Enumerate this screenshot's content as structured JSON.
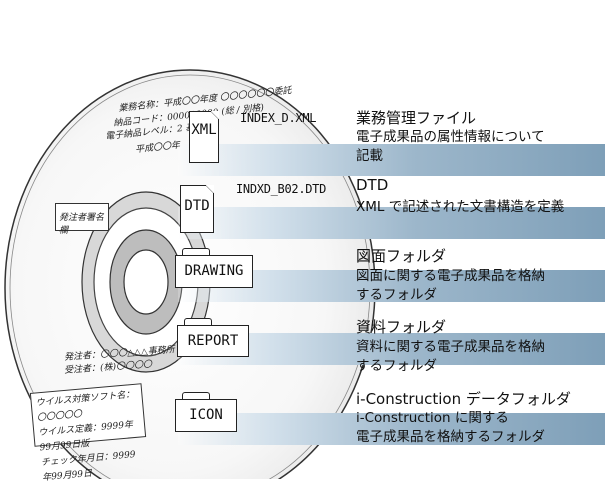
{
  "disc": {
    "lines_top": [
      "業務名称：平成〇〇年度 〇〇〇〇〇〇委託",
      "納品コード：000000000 (総 / 別格)",
      "電子納品レベル：2 基準",
      "平成〇〇年"
    ],
    "orderer_box": "発注者署名欄",
    "orderer_line": "発注者：〇〇〇△△△事務所",
    "contractor_line": "受注者：(株)〇〇〇〇",
    "virus_box": [
      "ウイルス対策ソフト名：〇〇〇〇〇",
      "ウイルス定義：9999年99月99日版",
      "チェック年月日：9999年99月99日"
    ]
  },
  "rows": [
    {
      "icon": "XML",
      "file": "INDEX_D.XML",
      "title": "業務管理ファイル",
      "desc": [
        "電子成果品の属性情報について",
        "記載"
      ]
    },
    {
      "icon": "DTD",
      "file": "INDXD_B02.DTD",
      "title": "DTD",
      "desc": [
        "XML で記述された文書構造を定義"
      ]
    },
    {
      "icon": "DRAWING",
      "file": "",
      "title": "図面フォルダ",
      "desc": [
        "図面に関する電子成果品を格納",
        "するフォルダ"
      ]
    },
    {
      "icon": "REPORT",
      "file": "",
      "title": "資料フォルダ",
      "desc": [
        "資料に関する電子成果品を格納",
        "するフォルダ"
      ]
    },
    {
      "icon": "ICON",
      "file": "",
      "title": "i-Construction データフォルダ",
      "desc": [
        "i-Construction に関する",
        "電子成果品を格納するフォルダ"
      ]
    }
  ]
}
